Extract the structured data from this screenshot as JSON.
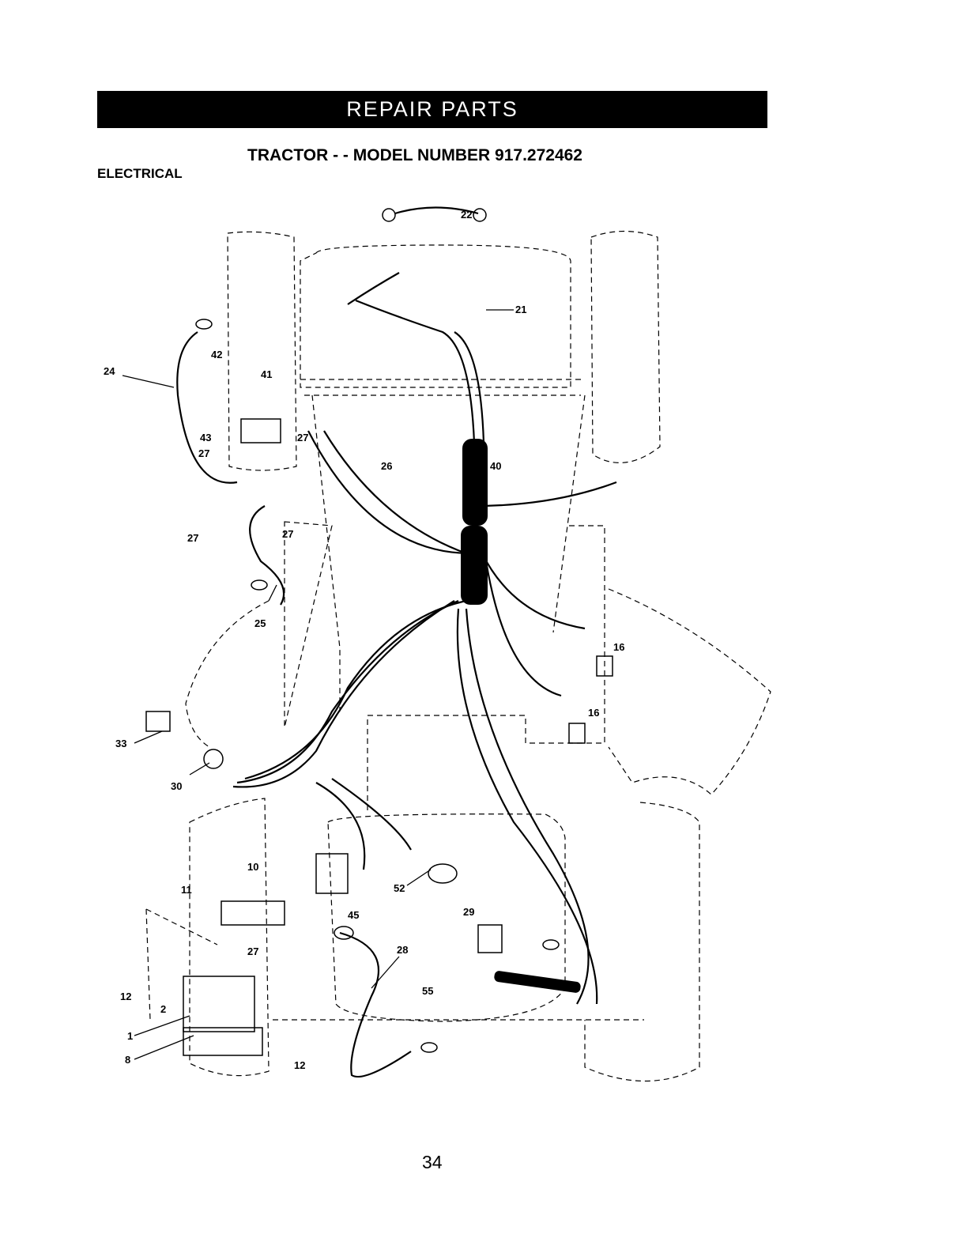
{
  "header": {
    "banner": "REPAIR PARTS",
    "title": "TRACTOR - - MODEL NUMBER 917.272462",
    "section": "ELECTRICAL"
  },
  "diagram": {
    "callouts": [
      {
        "id": "c22",
        "text": "22"
      },
      {
        "id": "c21",
        "text": "21"
      },
      {
        "id": "c24",
        "text": "24"
      },
      {
        "id": "c42",
        "text": "42"
      },
      {
        "id": "c41",
        "text": "41"
      },
      {
        "id": "c43",
        "text": "43"
      },
      {
        "id": "c27a",
        "text": "27"
      },
      {
        "id": "c27b",
        "text": "27"
      },
      {
        "id": "c27c",
        "text": "27"
      },
      {
        "id": "c27d",
        "text": "27"
      },
      {
        "id": "c26",
        "text": "26"
      },
      {
        "id": "c40",
        "text": "40"
      },
      {
        "id": "c25",
        "text": "25"
      },
      {
        "id": "c16a",
        "text": "16"
      },
      {
        "id": "c16b",
        "text": "16"
      },
      {
        "id": "c33",
        "text": "33"
      },
      {
        "id": "c30",
        "text": "30"
      },
      {
        "id": "c10",
        "text": "10"
      },
      {
        "id": "c11",
        "text": "11"
      },
      {
        "id": "c45",
        "text": "45"
      },
      {
        "id": "c52",
        "text": "52"
      },
      {
        "id": "c29",
        "text": "29"
      },
      {
        "id": "c28",
        "text": "28"
      },
      {
        "id": "c27e",
        "text": "27"
      },
      {
        "id": "c55",
        "text": "55"
      },
      {
        "id": "c12a",
        "text": "12"
      },
      {
        "id": "c2",
        "text": "2"
      },
      {
        "id": "c1",
        "text": "1"
      },
      {
        "id": "c8",
        "text": "8"
      },
      {
        "id": "c12b",
        "text": "12"
      }
    ]
  },
  "footer": {
    "page_number": "34"
  }
}
